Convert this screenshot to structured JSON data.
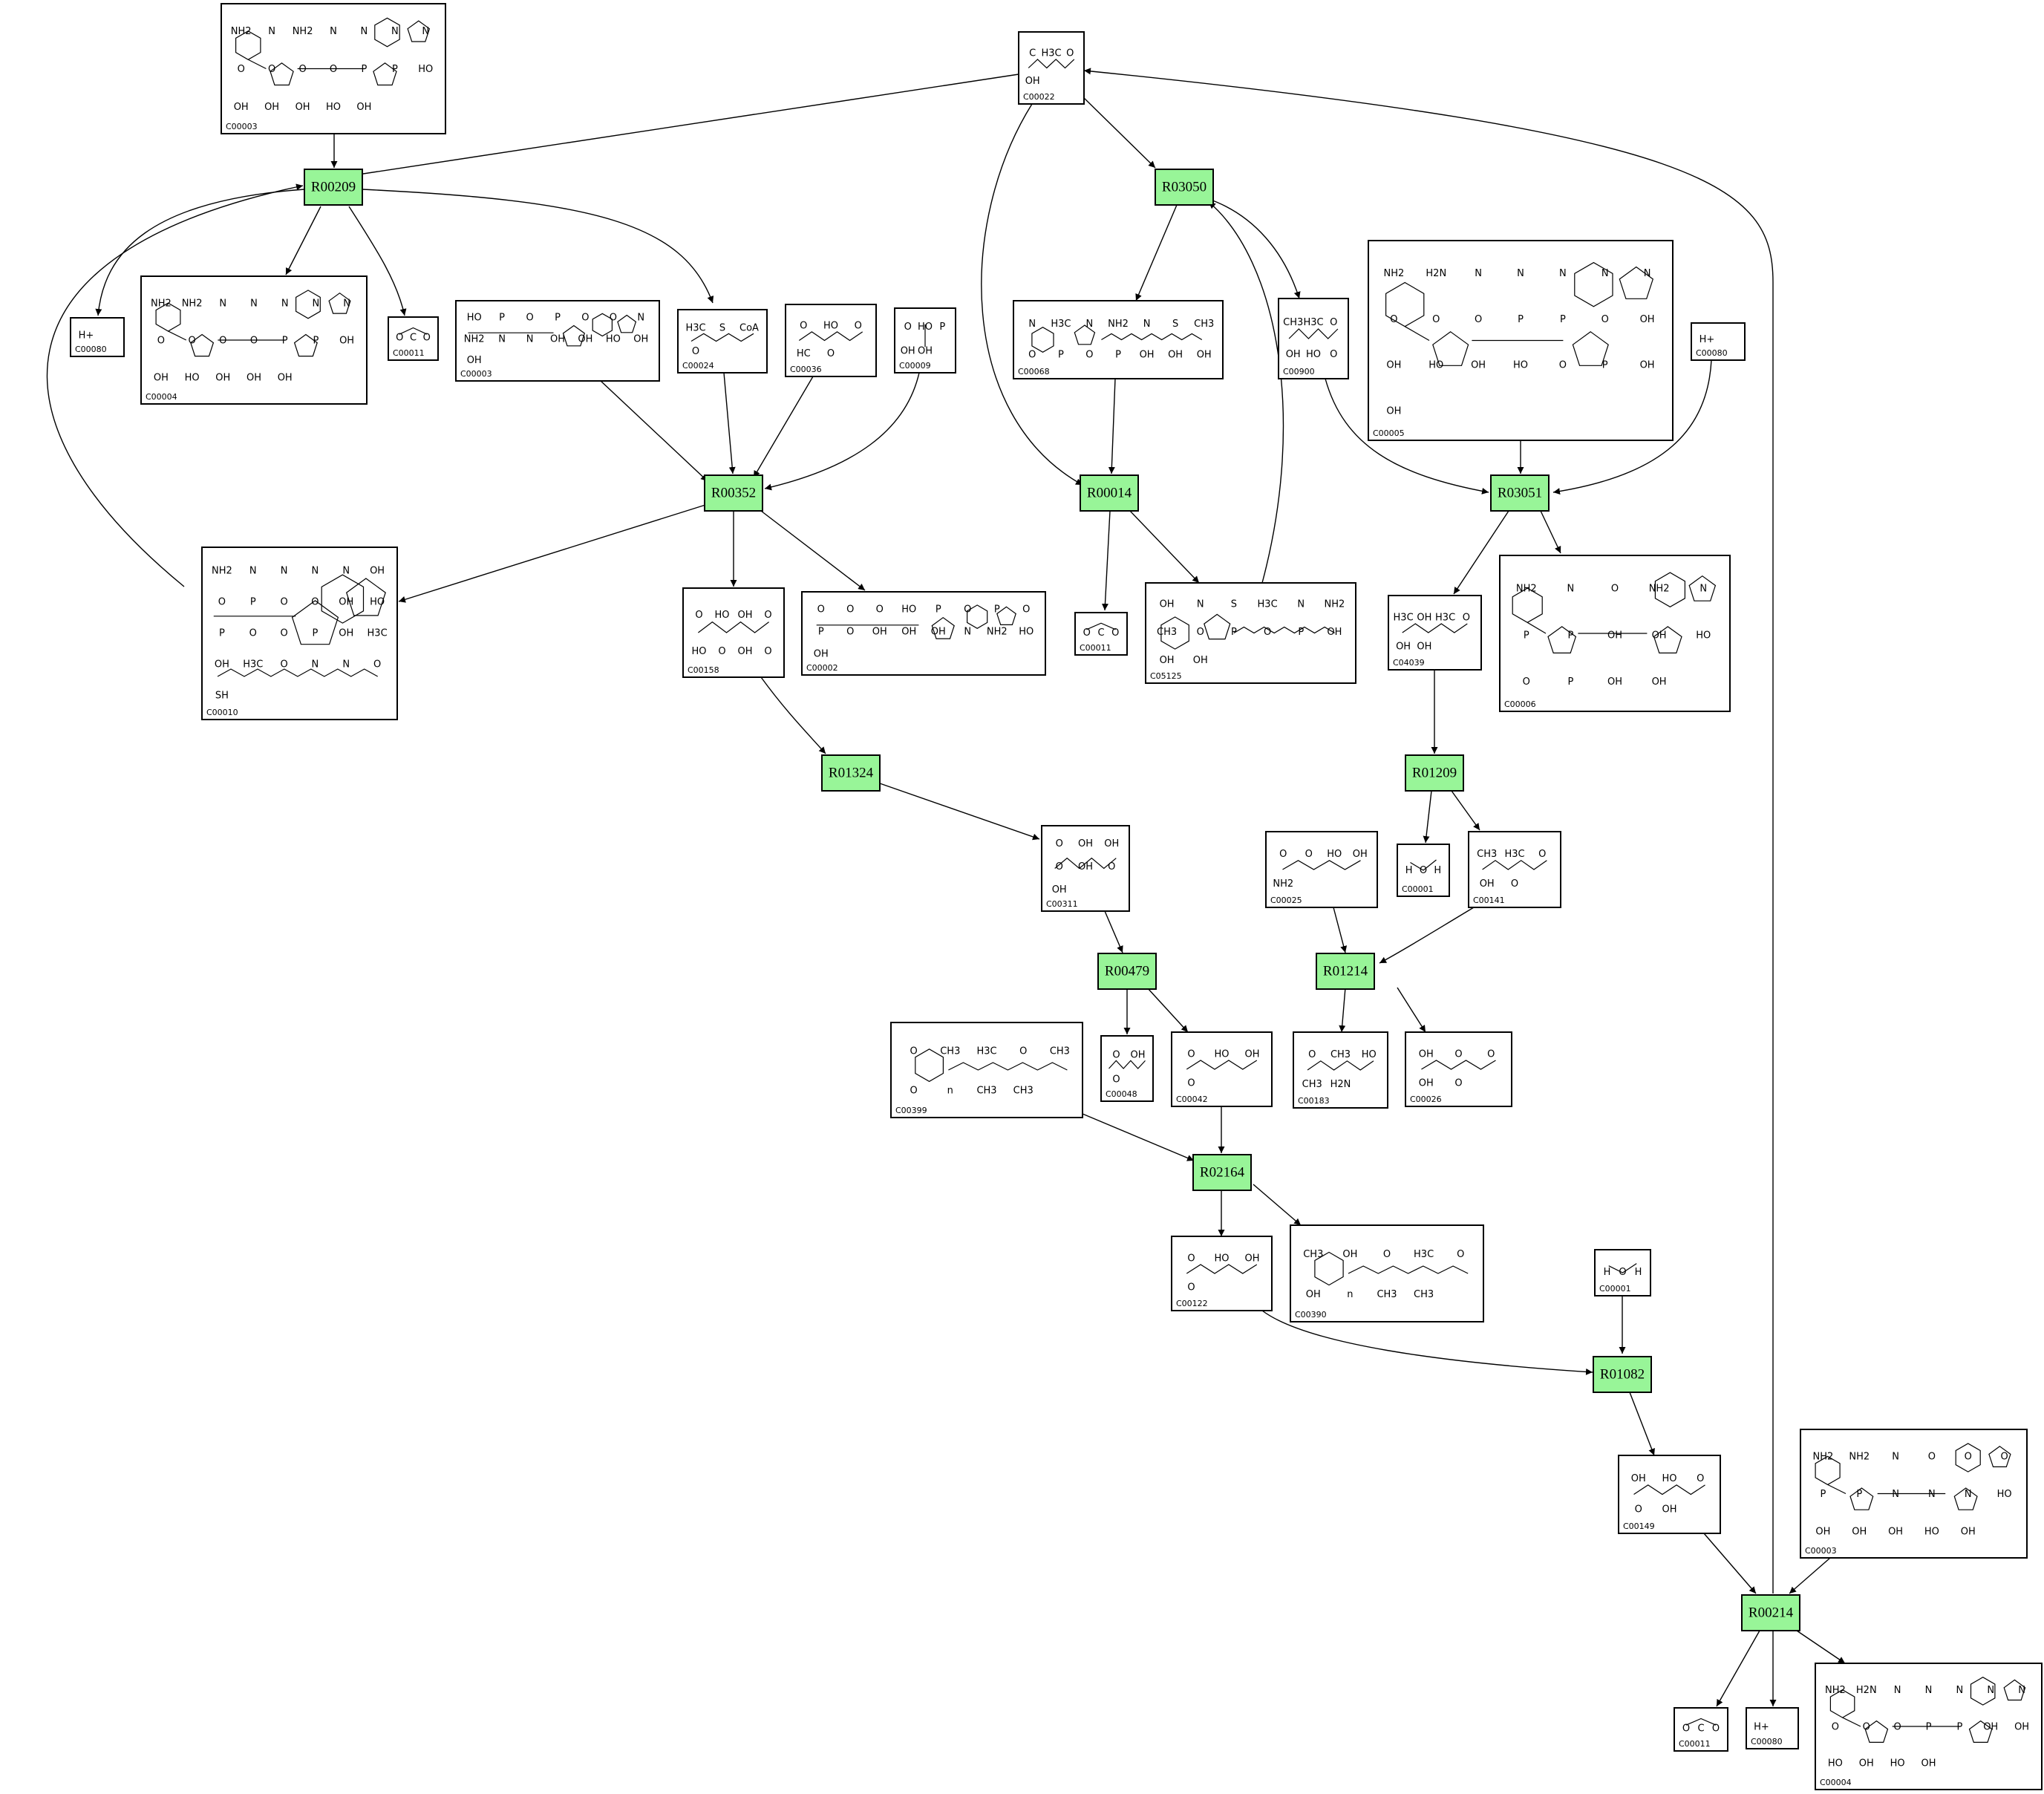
{
  "colors": {
    "reaction_fill": "#98f598",
    "line": "#000000",
    "background": "#ffffff"
  },
  "reactions": [
    {
      "id": "R00209"
    },
    {
      "id": "R03050"
    },
    {
      "id": "R00352"
    },
    {
      "id": "R00014"
    },
    {
      "id": "R03051"
    },
    {
      "id": "R01324"
    },
    {
      "id": "R01209"
    },
    {
      "id": "R00479"
    },
    {
      "id": "R01214"
    },
    {
      "id": "R02164"
    },
    {
      "id": "R01082"
    },
    {
      "id": "R00214"
    }
  ],
  "compounds": [
    {
      "key": "c00003_top",
      "id": "C00003",
      "text": [
        "NH2",
        "N",
        "NH2",
        "N",
        "N",
        "N",
        "N",
        "O",
        "O",
        "O",
        "O",
        "P",
        "P",
        "HO",
        "OH",
        "OH",
        "OH",
        "HO",
        "OH"
      ]
    },
    {
      "key": "c00022",
      "id": "C00022",
      "text": [
        "C",
        "H3C",
        "O",
        "OH"
      ]
    },
    {
      "key": "c00080_left",
      "id": "C00080",
      "text": [
        "H+"
      ]
    },
    {
      "key": "c00004_left",
      "id": "C00004",
      "text": [
        "NH2",
        "NH2",
        "N",
        "N",
        "N",
        "N",
        "N",
        "O",
        "O",
        "O",
        "O",
        "P",
        "P",
        "OH",
        "OH",
        "HO",
        "OH",
        "OH",
        "OH"
      ]
    },
    {
      "key": "c00011_left",
      "id": "C00011",
      "text": [
        "O",
        "C",
        "O"
      ]
    },
    {
      "key": "c00003_mid",
      "id": "C00003",
      "text": [
        "HO",
        "P",
        "O",
        "P",
        "O",
        "O",
        "N",
        "NH2",
        "N",
        "N",
        "OH",
        "OH",
        "HO",
        "OH",
        "OH"
      ]
    },
    {
      "key": "c00024",
      "id": "C00024",
      "text": [
        "H3C",
        "S",
        "CoA",
        "O"
      ]
    },
    {
      "key": "c00036",
      "id": "C00036",
      "text": [
        "O",
        "HO",
        "O",
        "HC",
        "O"
      ]
    },
    {
      "key": "c00009",
      "id": "C00009",
      "text": [
        "O",
        "HO",
        "P",
        "OH",
        "OH"
      ]
    },
    {
      "key": "c00068",
      "id": "C00068",
      "text": [
        "N",
        "H3C",
        "N",
        "NH2",
        "N",
        "S",
        "CH3",
        "O",
        "P",
        "O",
        "P",
        "OH",
        "OH",
        "OH"
      ]
    },
    {
      "key": "c00900",
      "id": "C00900",
      "text": [
        "CH3",
        "H3C",
        "O",
        "OH",
        "HO",
        "O"
      ]
    },
    {
      "key": "c00005",
      "id": "C00005",
      "text": [
        "NH2",
        "H2N",
        "N",
        "N",
        "N",
        "N",
        "N",
        "O",
        "O",
        "O",
        "P",
        "P",
        "O",
        "OH",
        "OH",
        "HO",
        "OH",
        "HO",
        "O",
        "P",
        "OH",
        "OH"
      ]
    },
    {
      "key": "c00080_right",
      "id": "C00080",
      "text": [
        "H+"
      ]
    },
    {
      "key": "c00010",
      "id": "C00010",
      "text": [
        "NH2",
        "N",
        "N",
        "N",
        "N",
        "OH",
        "O",
        "P",
        "O",
        "O",
        "OH",
        "HO",
        "P",
        "O",
        "O",
        "P",
        "OH",
        "H3C",
        "OH",
        "H3C",
        "O",
        "N",
        "N",
        "O",
        "SH"
      ]
    },
    {
      "key": "c00158",
      "id": "C00158",
      "text": [
        "O",
        "HO",
        "OH",
        "O",
        "HO",
        "O",
        "OH",
        "O"
      ]
    },
    {
      "key": "c00002",
      "id": "C00002",
      "text": [
        "O",
        "O",
        "O",
        "HO",
        "P",
        "O",
        "P",
        "O",
        "P",
        "O",
        "OH",
        "OH",
        "OH",
        "N",
        "NH2",
        "HO",
        "OH"
      ]
    },
    {
      "key": "c00011_mid",
      "id": "C00011",
      "text": [
        "O",
        "C",
        "O"
      ]
    },
    {
      "key": "c05125",
      "id": "C05125",
      "text": [
        "OH",
        "N",
        "S",
        "H3C",
        "N",
        "NH2",
        "CH3",
        "O",
        "P",
        "O",
        "P",
        "OH",
        "OH",
        "OH"
      ]
    },
    {
      "key": "c04039",
      "id": "C04039",
      "text": [
        "H3C",
        "OH",
        "H3C",
        "O",
        "OH",
        "OH"
      ]
    },
    {
      "key": "c00006",
      "id": "C00006",
      "text": [
        "NH2",
        "N",
        "O",
        "NH2",
        "N",
        "P",
        "P",
        "OH",
        "OH",
        "HO",
        "O",
        "P",
        "OH",
        "OH"
      ]
    },
    {
      "key": "c00311",
      "id": "C00311",
      "text": [
        "O",
        "OH",
        "OH",
        "O",
        "OH",
        "O",
        "OH"
      ]
    },
    {
      "key": "c00025",
      "id": "C00025",
      "text": [
        "O",
        "O",
        "HO",
        "OH",
        "NH2"
      ]
    },
    {
      "key": "c00001_mid",
      "id": "C00001",
      "text": [
        "H",
        "O",
        "H"
      ]
    },
    {
      "key": "c00141",
      "id": "C00141",
      "text": [
        "CH3",
        "H3C",
        "O",
        "OH",
        "O"
      ]
    },
    {
      "key": "c00399",
      "id": "C00399",
      "text": [
        "O",
        "CH3",
        "H3C",
        "O",
        "CH3",
        "O",
        "n",
        "CH3",
        "CH3"
      ]
    },
    {
      "key": "c00048",
      "id": "C00048",
      "text": [
        "O",
        "OH",
        "O"
      ]
    },
    {
      "key": "c00042",
      "id": "C00042",
      "text": [
        "O",
        "HO",
        "OH",
        "O"
      ]
    },
    {
      "key": "c00183",
      "id": "C00183",
      "text": [
        "O",
        "CH3",
        "HO",
        "CH3",
        "H2N"
      ]
    },
    {
      "key": "c00026",
      "id": "C00026",
      "text": [
        "OH",
        "O",
        "O",
        "OH",
        "O"
      ]
    },
    {
      "key": "c00122",
      "id": "C00122",
      "text": [
        "O",
        "HO",
        "OH",
        "O"
      ]
    },
    {
      "key": "c00390",
      "id": "C00390",
      "text": [
        "CH3",
        "OH",
        "O",
        "H3C",
        "O",
        "OH",
        "n",
        "CH3",
        "CH3"
      ]
    },
    {
      "key": "c00001_right",
      "id": "C00001",
      "text": [
        "H",
        "O",
        "H"
      ]
    },
    {
      "key": "c00149",
      "id": "C00149",
      "text": [
        "OH",
        "HO",
        "O",
        "O",
        "OH"
      ]
    },
    {
      "key": "c00003_right",
      "id": "C00003",
      "text": [
        "NH2",
        "NH2",
        "N",
        "O",
        "O",
        "O",
        "P",
        "P",
        "N",
        "N",
        "N",
        "HO",
        "OH",
        "OH",
        "OH",
        "HO",
        "OH"
      ]
    },
    {
      "key": "c00011_right",
      "id": "C00011",
      "text": [
        "O",
        "C",
        "O"
      ]
    },
    {
      "key": "c00080_bottom",
      "id": "C00080",
      "text": [
        "H+"
      ]
    },
    {
      "key": "c00004_right",
      "id": "C00004",
      "text": [
        "NH2",
        "H2N",
        "N",
        "N",
        "N",
        "N",
        "N",
        "O",
        "O",
        "O",
        "P",
        "P",
        "OH",
        "OH",
        "HO",
        "OH",
        "HO",
        "OH"
      ]
    }
  ]
}
